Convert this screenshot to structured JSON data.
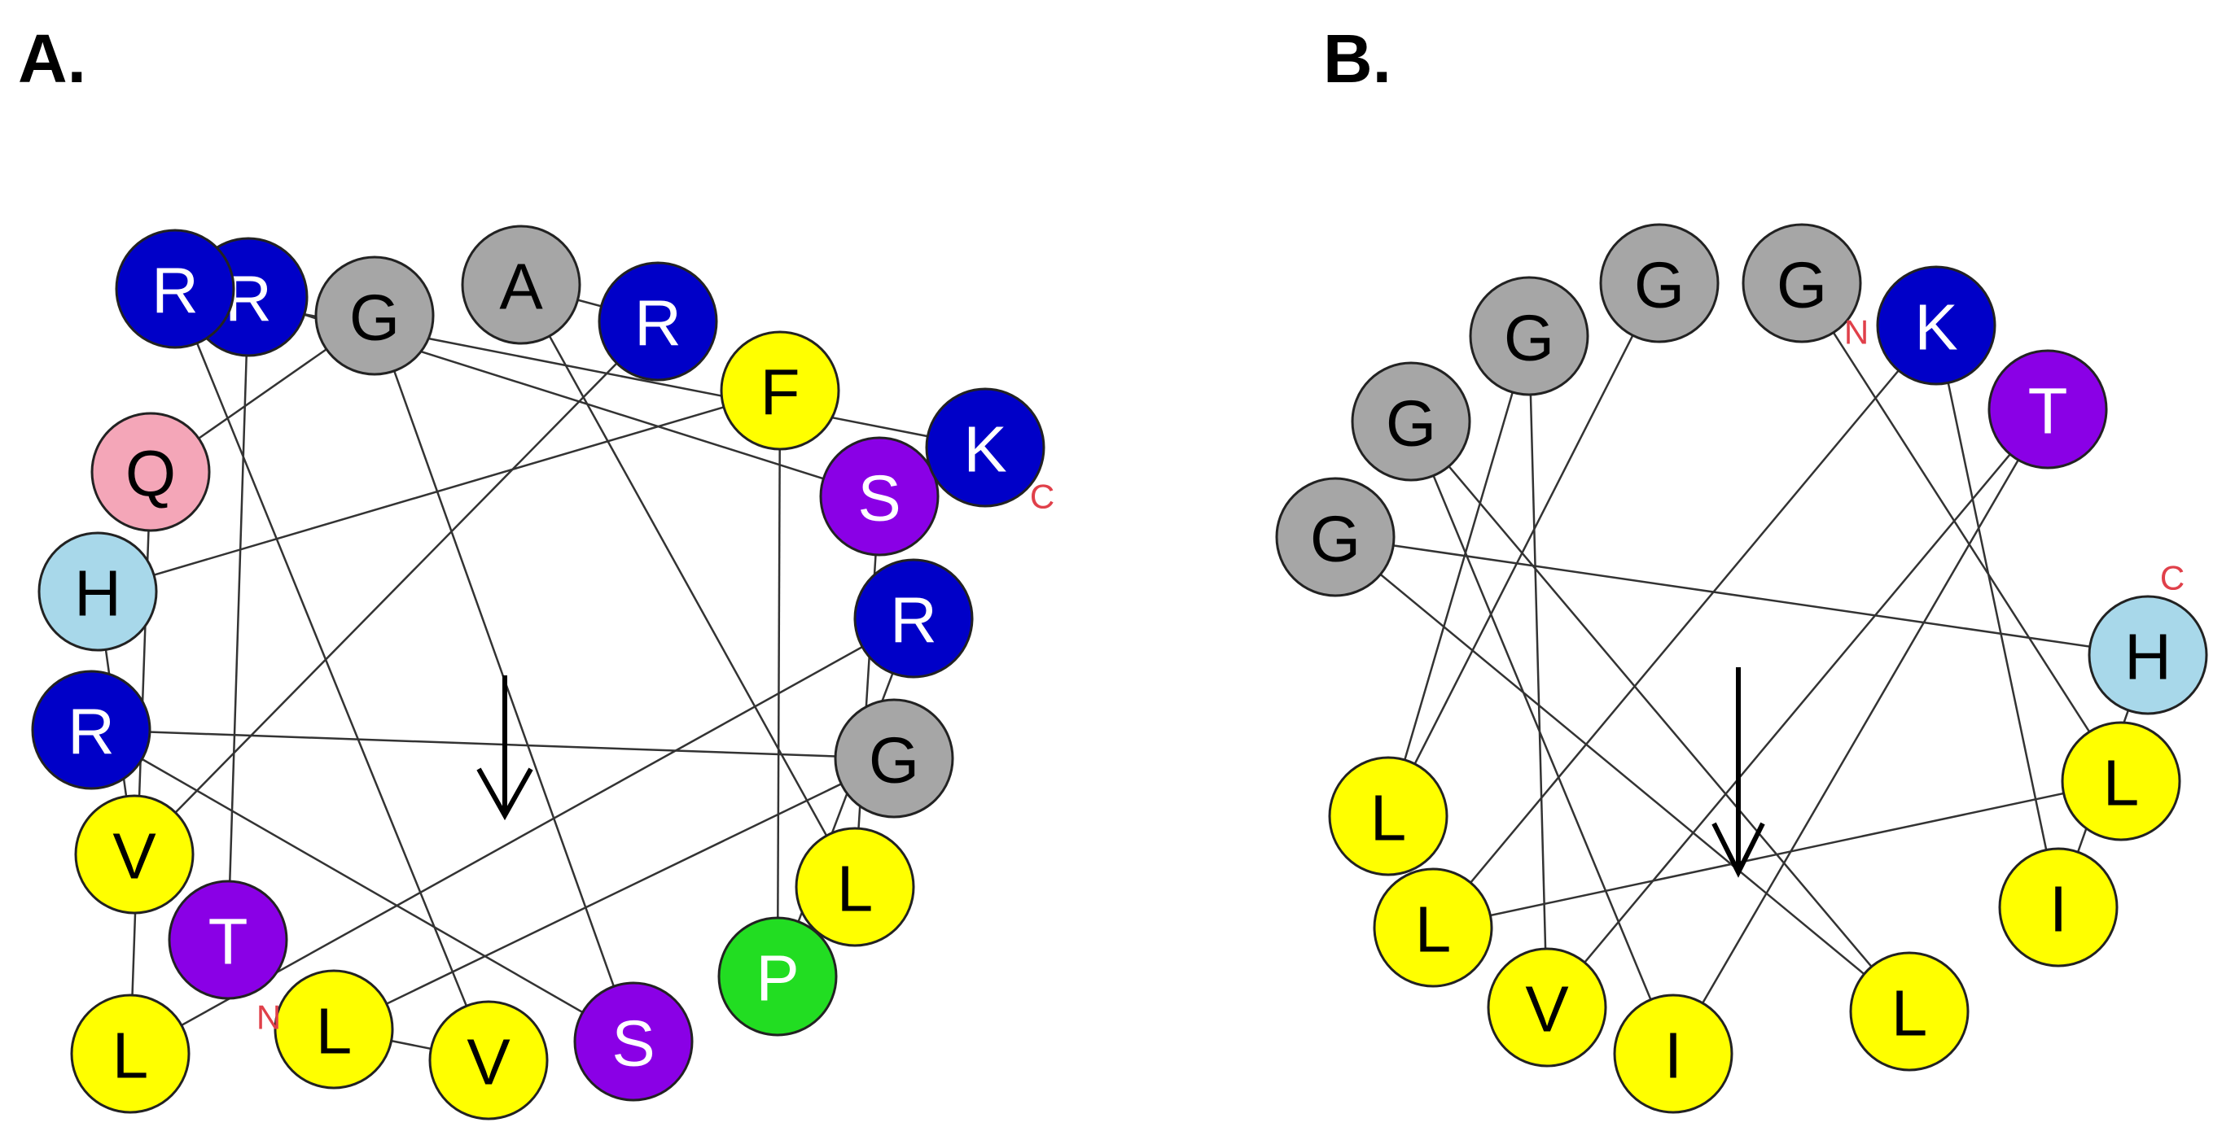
{
  "panels": [
    {
      "id": "A",
      "label": "A.",
      "residues": [
        "T",
        "R",
        "S",
        "L",
        "A",
        "R",
        "V",
        "H",
        "F",
        "P",
        "R",
        "L",
        "Q",
        "G",
        "S",
        "R",
        "G",
        "L",
        "V",
        "R",
        "K"
      ],
      "n_terminus": "N",
      "c_terminus": "C"
    },
    {
      "id": "B",
      "label": "B.",
      "residues": [
        "G",
        "L",
        "L",
        "K",
        "I",
        "H",
        "G",
        "L",
        "G",
        "I",
        "T",
        "V",
        "G",
        "L",
        "G"
      ],
      "n_terminus": "N",
      "c_terminus": "C"
    }
  ],
  "colors": {
    "R": "#0000c8",
    "K": "#0000c8",
    "G": "#a6a6a6",
    "A": "#a6a6a6",
    "F": "#ffff00",
    "L": "#ffff00",
    "V": "#ffff00",
    "I": "#ffff00",
    "S": "#8a00e6",
    "T": "#8a00e6",
    "Q": "#f4a6b8",
    "H": "#a8d8ea",
    "P": "#22dd22"
  },
  "text_colors": {
    "light": "#ffffff",
    "dark": "#000000"
  },
  "icons": {
    "arrow": "down-arrow-icon"
  }
}
